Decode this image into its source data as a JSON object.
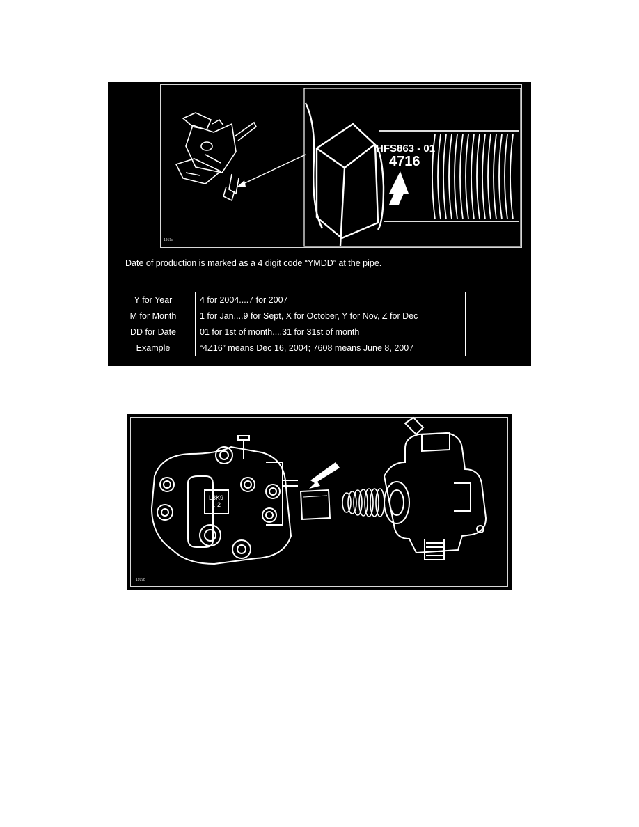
{
  "figure1": {
    "figure_id": "1919a",
    "part_number": "HFS863 - 01",
    "date_code": "4716",
    "caption": "Date of production is marked as a 4 digit code “YMDD” at the pipe.",
    "table": [
      {
        "key": "Y for Year",
        "value": "4 for 2004....7 for 2007"
      },
      {
        "key": "M for Month",
        "value": "1 for Jan....9 for Sept, X for October, Y for Nov, Z for Dec"
      },
      {
        "key": "DD for Date",
        "value": "01 for 1st of month....31 for 31st of month"
      },
      {
        "key": "Example",
        "value": "“4Z16” means Dec 16, 2004; 7608 means June 8, 2007"
      }
    ]
  },
  "figure2": {
    "figure_id": "1919b",
    "pump_marking_line1": "L3K9",
    "pump_marking_line2": "1-2"
  },
  "colors": {
    "figure_background": "#000000",
    "line_art": "#ffffff"
  }
}
